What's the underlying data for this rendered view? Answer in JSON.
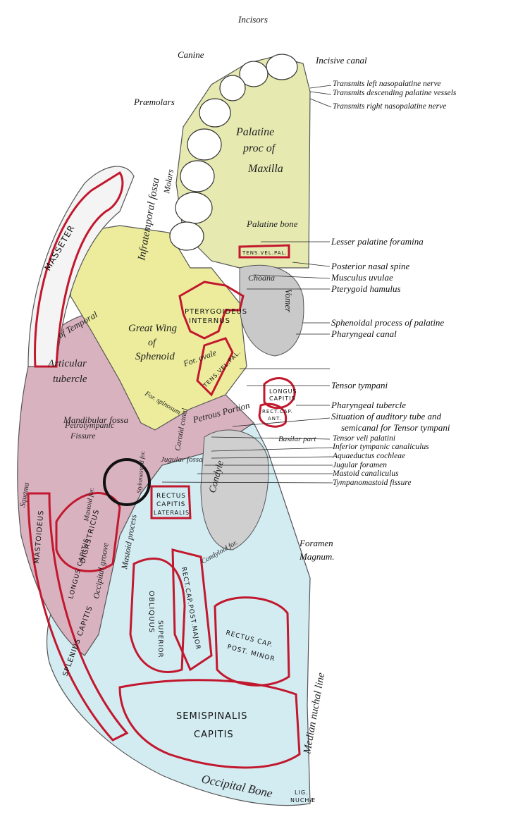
{
  "colors": {
    "maxilla": "#e6eab0",
    "sphenoid": "#ecec9c",
    "temporal": "#d9b2c0",
    "occipital": "#d3ecf2",
    "muscle_outline": "#c2182e",
    "circle": "#111111"
  },
  "external_labels": {
    "incisors": "Incisors",
    "canine": "Canine",
    "incisive_canal": "Incisive canal",
    "praemolars": "Præmolars",
    "left_nasopalatine": "Transmits left nasopalatine nerve",
    "descending_palatine": "Transmits descending palatine vessels",
    "right_nasopalatine": "Transmits right nasopalatine nerve",
    "lesser_palatine_foramina": "Lesser palatine foramina",
    "posterior_nasal_spine": "Posterior nasal spine",
    "musculus_uvulae": "Musculus uvulae",
    "pterygoid_hamulus": "Pterygoid hamulus",
    "sphenoidal_process": "Sphenoidal process of palatine",
    "pharyngeal_canal": "Pharyngeal canal",
    "tensor_tympani": "Tensor tympani",
    "pharyngeal_tubercle": "Pharyngeal tubercle",
    "auditory_tube_1": "Situation of auditory tube and",
    "auditory_tube_2": "semicanal for Tensor tympani",
    "tensor_veli_palatini": "Tensor veli palatini",
    "inferior_tympanic": "Inferior tympanic canaliculus",
    "aquaeductus_cochleae": "Aquaeductus cochleae",
    "jugular_foramen": "Jugular foramen",
    "mastoid_canaliculus": "Mastoid canaliculus",
    "tympanomastoid_fissure": "Tympanomastoid fissure",
    "foramen": "Foramen",
    "magnum": "Magnum."
  },
  "internal_labels": {
    "palatine": "Palatine",
    "proc_of": "proc of",
    "maxilla": "Maxilla",
    "palatine_bone": "Palatine bone",
    "infratemporal_fossa": "Infratemporal fossa",
    "molars": "Molars",
    "choana": "Choana",
    "vomer": "Vomer",
    "great_wing": "Great Wing",
    "of": "of",
    "sphenoid": "Sphenoid",
    "for_ovale": "For. ovale",
    "articular": "Articular",
    "tubercle": "tubercle",
    "of_temporal": "of Temporal",
    "mandibular_fossa": "Mandibular fossa",
    "petrotympanic": "Petrotympanic",
    "fissure": "Fissure",
    "for_spinosum": "For. spinosum",
    "petrous_portion": "Petrous Portion",
    "carotid_canal": "Carotid canal",
    "basilar_part": "Basilar part",
    "jugular_fossa": "Jugular fossa",
    "condyle": "Condyle",
    "condylar_fossa": "Condyloid for.",
    "mastoid_process": "Mastoid process",
    "occipital_groove": "Occipital groove",
    "mastoid_foramen": "Mastoid for.",
    "squama": "Squama",
    "median_nuchal_line": "Median nuchal line",
    "occipital_bone": "Occipital Bone",
    "styloid": "Stylomastoid for."
  },
  "muscle_labels": {
    "masseter": "MASSETER",
    "pterygoideus_1": "PTERYGOIDEUS",
    "pterygoideus_2": "INTERNUS",
    "tens_vel_pal": "TENS.VEL.PAL.",
    "tens_vel_pal_2": "TENS.VEL.PAL.",
    "longus_capitis_1": "LONGUS",
    "longus_capitis_2": "CAPITIS",
    "rect_cap_ant_1": "RECT.CAP.",
    "rect_cap_ant_2": "ANT.",
    "rectus_lat_1": "RECTUS",
    "rectus_lat_2": "CAPITIS",
    "rectus_lat_3": "LATERALIS",
    "digastricus": "DIGASTRICUS",
    "longissimus": "LONGUS CAPITIS",
    "mastoideus": "MASTOIDEUS",
    "splenius": "SPLENIUS CAPITIS",
    "obliquus_1": "OBLIQUUS",
    "obliquus_2": "SUPERIOR",
    "rect_major": "RECT.CAP.POST.MAJOR",
    "rectus_minor_1": "RECTUS CAP.",
    "rectus_minor_2": "POST. MINOR",
    "semispinalis_1": "SEMISPINALIS",
    "semispinalis_2": "CAPITIS",
    "lig_nuchae_1": "LIG.",
    "lig_nuchae_2": "NUCHÆ"
  }
}
